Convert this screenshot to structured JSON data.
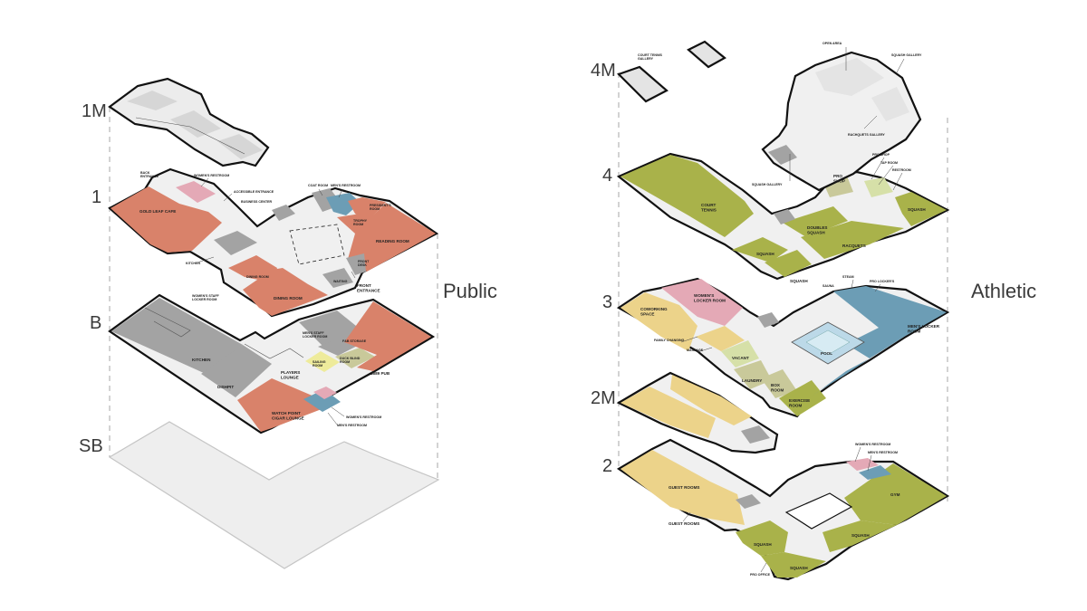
{
  "colors": {
    "orange": "#d9826a",
    "gray": "#a3a3a3",
    "olive": "#a9b24a",
    "yellow": "#ecd38a",
    "blue": "#6c9db5",
    "pink": "#e4a9b6",
    "pale_yellow": "#eeeb9b",
    "khaki": "#c9c99a",
    "light_gray": "#e2e2e2",
    "corridor": "#f1f1f1",
    "pool": "#bcd9e8",
    "pale_green": "#cdd49a"
  },
  "sections": {
    "public": "Public",
    "athletic": "Athletic"
  },
  "public_levels": {
    "l1m": "1M",
    "l1": "1",
    "lb": "B",
    "lsb": "SB"
  },
  "athletic_levels": {
    "l4m": "4M",
    "l4": "4",
    "l3": "3",
    "l2m": "2M",
    "l2": "2"
  },
  "public_rooms": {
    "back_entrance": "BACK\nENTRANCE",
    "womens_restroom_1": "WOMEN'S RESTROOM",
    "accessible_entrance": "ACCESSIBLE ENTRANCE",
    "business_center": "BUSINESS CENTER",
    "coat_room": "COAT ROOM",
    "mens_restroom_1": "MEN'S RESTROOM",
    "presidents_room": "PRESIDENT'S\nROOM",
    "trophy_room": "TROPHY\nROOM",
    "reading_room": "READING ROOM",
    "gold_leaf_cafe": "GOLD LEAF CAFE",
    "kitchen_label_1": "KITCHEN",
    "dining_room_small": "DINING ROOM",
    "dining_room": "DINING ROOM",
    "front_desk": "FRONT\nDESK",
    "waiting": "WAITING",
    "front_entrance": "FRONT\nENTRANCE",
    "womens_staff_locker": "WOMEN'S STAFF\nLOCKER ROOM",
    "mens_staff_locker": "MEN'S STAFF\nLOCKER ROOM",
    "fb_storage": "F&B STORAGE",
    "kitchen": "KITCHEN",
    "dishpit": "DISHPIT",
    "players_lounge": "PLAYERS\nLOUNGE",
    "sailing_room": "SAILING\nROOM",
    "duck_blind_room": "DUCK BLIND\nROOM",
    "pub_1889": "1889 PUB",
    "watch_point": "WATCH POINT\nCIGAR LOUNGE",
    "womens_restroom_b": "WOMEN'S RESTROOM",
    "mens_restroom_b": "MEN'S RESTROOM"
  },
  "athletic_rooms": {
    "court_tennis_gallery": "COURT TENNIS\nGALLERY",
    "open_area": "OPEN AREA",
    "squash_gallery_top": "SQUASH GALLERY",
    "racquets_gallery": "RACHQUETS GALLERY",
    "court_tennis": "COURT\nTENNIS",
    "squash_gallery": "SQUASH GALLERY",
    "pro_shop_4": "PRO\nSHOP",
    "pro_shop_label": "PRO SHOP",
    "tap_room": "TAP ROOM",
    "restroom": "RESTROOM",
    "squash_4_right": "SQUASH",
    "doubles_squash": "DOUBLES\nSQUASH",
    "racquets": "RACQUETS",
    "squash_4a": "SQUASH",
    "squash_4b": "SQUASH",
    "steam": "STEAM",
    "sauna": "SAUNA",
    "pro_lockers": "PRO LOCKER'S",
    "womens_locker": "WOMEN'S\nLOCKER ROOM",
    "coworking": "COWORKING\nSPACE",
    "family_changing": "FAMILY CHANGING",
    "massage": "MASSAGE",
    "vacant": "VACANT",
    "laundry": "LAUNDRY",
    "box_room": "BOX\nROOM",
    "pool": "POOL",
    "mens_locker": "MEN'S LOCKER\nROOM",
    "exercise_room": "EXERCISE\nROOM",
    "womens_restroom_2": "WOMEN'S RESTROOM",
    "mens_restroom_2": "MEN'S RESTROOM",
    "guest_rooms_a": "GUEST ROOMS",
    "guest_rooms_b": "GUEST ROOMS",
    "gym": "GYM",
    "squash_2a": "SQUASH",
    "squash_2b": "SQUASH",
    "squash_2c": "SQUASH",
    "pro_office": "PRO OFFICE"
  }
}
